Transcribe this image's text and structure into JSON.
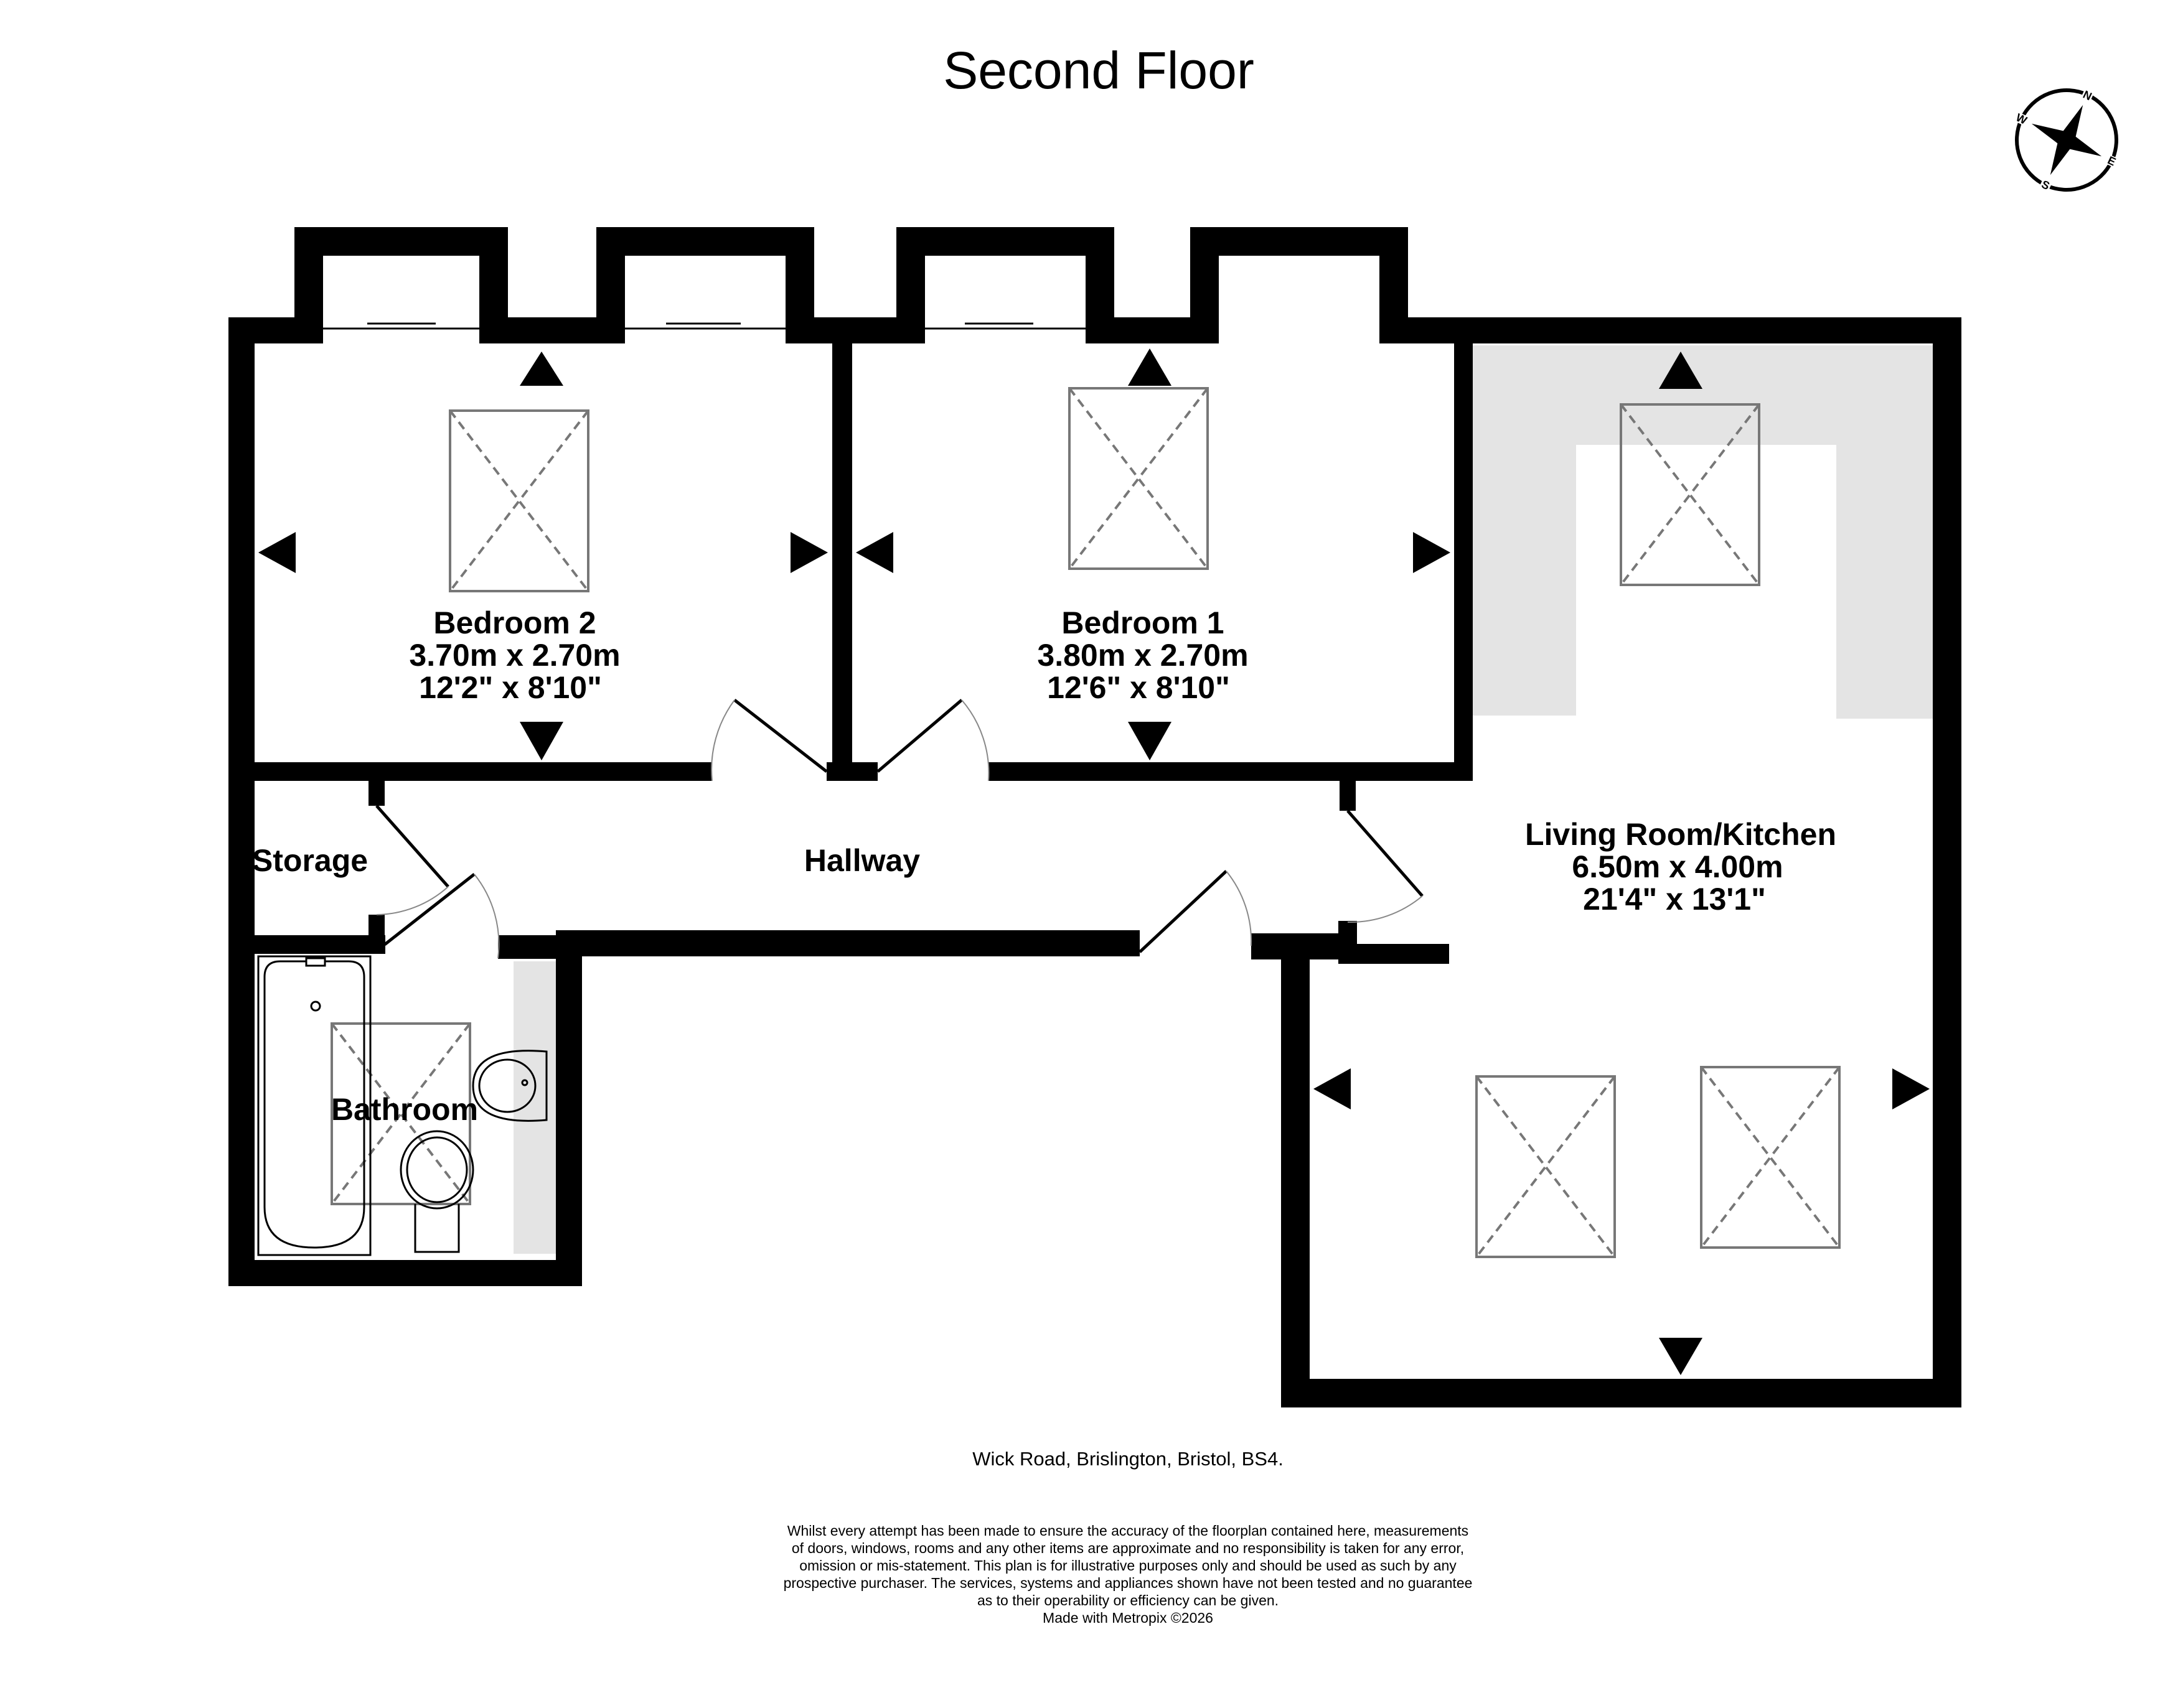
{
  "title": "Second Floor",
  "compass": {
    "icon": "compass-rose-icon",
    "letters": [
      "N",
      "E",
      "S",
      "W"
    ]
  },
  "rooms": {
    "bedroom2": {
      "name": "Bedroom 2",
      "metric": "3.70m  x 2.70m",
      "imperial": "12'2\"  x 8'10\""
    },
    "bedroom1": {
      "name": "Bedroom 1",
      "metric": "3.80m  x 2.70m",
      "imperial": "12'6\"  x 8'10\""
    },
    "living": {
      "name": "Living Room/Kitchen",
      "metric": "6.50m  x 4.00m",
      "imperial": "21'4\"  x 13'1\""
    },
    "storage": {
      "name": "Storage"
    },
    "hallway": {
      "name": "Hallway"
    },
    "bathroom": {
      "name": "Bathroom"
    }
  },
  "address": "Wick Road, Brislington, Bristol, BS4.",
  "disclaimer": [
    "Whilst every attempt has been made to ensure the accuracy of the floorplan contained here, measurements",
    "of doors, windows, rooms and any other items are approximate and no responsibility is taken for any error,",
    "omission or mis-statement. This plan is for illustrative purposes only and should be used as such by any",
    "prospective purchaser. The services, systems and appliances shown have not been tested and no guarantee",
    "as to their operability or efficiency can be given.",
    "Made with Metropix ©2026"
  ],
  "colors": {
    "wall": "#000000",
    "restricted_height": "#e4e4e4",
    "skylight": "#777777",
    "fixture": "#000000"
  }
}
